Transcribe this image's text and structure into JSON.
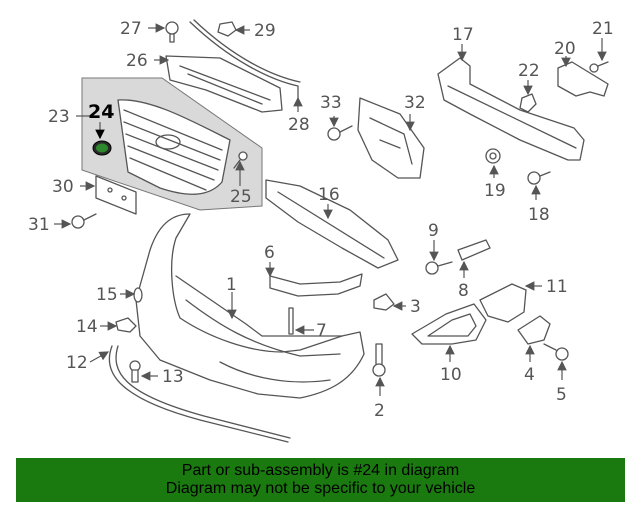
{
  "callouts": {
    "c1": "1",
    "c2": "2",
    "c3": "3",
    "c4": "4",
    "c5": "5",
    "c6": "6",
    "c7": "7",
    "c8": "8",
    "c9": "9",
    "c10": "10",
    "c11": "11",
    "c12": "12",
    "c13": "13",
    "c14": "14",
    "c15": "15",
    "c16": "16",
    "c17": "17",
    "c18": "18",
    "c19": "19",
    "c20": "20",
    "c21": "21",
    "c22": "22",
    "c23": "23",
    "c24": "24",
    "c25": "25",
    "c26": "26",
    "c27": "27",
    "c28": "28",
    "c29": "29",
    "c30": "30",
    "c31": "31",
    "c32": "32",
    "c33": "33"
  },
  "highlighted_part": "24",
  "banner": {
    "line1": "Part or sub-assembly is #24 in diagram",
    "line2": "Diagram may not be specific to your vehicle",
    "background_color": "#1a7a10"
  }
}
